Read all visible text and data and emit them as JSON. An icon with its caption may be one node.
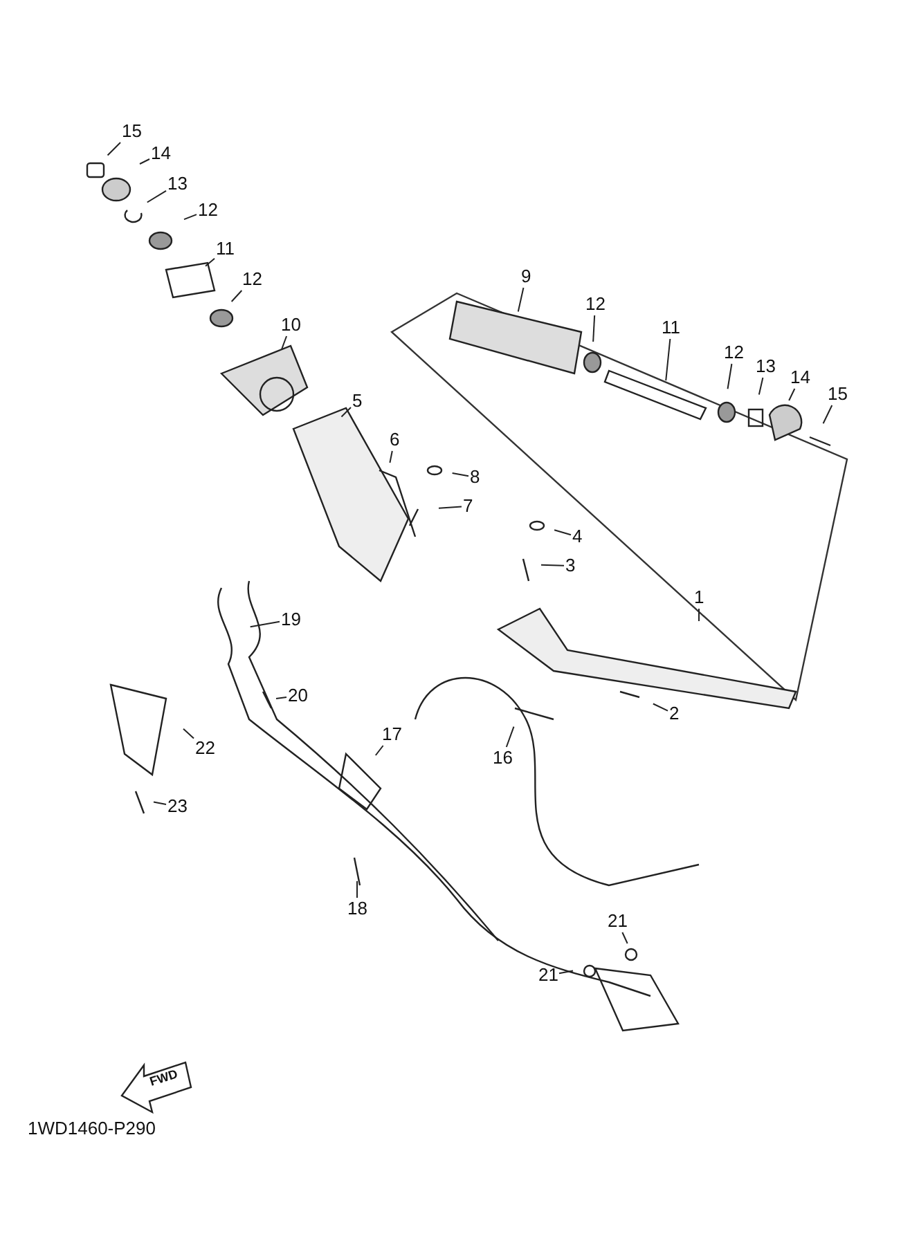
{
  "diagram": {
    "nodes": [
      {
        "text": [
          "15"
        ]
      },
      {
        "text": [
          "14"
        ]
      },
      {
        "text": [
          "13"
        ]
      },
      {
        "text": [
          "12"
        ]
      },
      {
        "text": [
          "9"
        ]
      },
      {
        "text": [
          "11"
        ]
      },
      {
        "text": [
          "12"
        ]
      },
      {
        "text": [
          "12"
        ]
      },
      {
        "text": [
          "11"
        ]
      },
      {
        "text": [
          "10"
        ]
      },
      {
        "text": [
          "12"
        ]
      },
      {
        "text": [
          "13"
        ]
      },
      {
        "text": [
          "14"
        ]
      },
      {
        "text": [
          "15"
        ]
      },
      {
        "text": [
          "5"
        ]
      },
      {
        "text": [
          "6"
        ]
      },
      {
        "text": [
          "8"
        ]
      },
      {
        "text": [
          "7"
        ]
      },
      {
        "text": [
          "4"
        ]
      },
      {
        "text": [
          "3"
        ]
      },
      {
        "text": [
          "1"
        ]
      },
      {
        "text": [
          "19"
        ]
      },
      {
        "text": [
          "20"
        ]
      },
      {
        "text": [
          "2"
        ]
      },
      {
        "text": [
          "22"
        ]
      },
      {
        "text": [
          "17"
        ]
      },
      {
        "text": [
          "16"
        ]
      },
      {
        "text": [
          "23"
        ]
      },
      {
        "text": [
          "18"
        ]
      },
      {
        "text": [
          "21"
        ]
      },
      {
        "text": [
          "21"
        ]
      }
    ],
    "edges": [
      {
        "from": 0,
        "to": null,
        "arrow": "none"
      },
      {
        "from": 1,
        "to": null,
        "arrow": "none"
      },
      {
        "from": 2,
        "to": null,
        "arrow": "none"
      },
      {
        "from": 3,
        "to": null,
        "arrow": "none"
      },
      {
        "from": 4,
        "to": null,
        "arrow": "none"
      },
      {
        "from": 5,
        "to": null,
        "arrow": "none"
      },
      {
        "from": 6,
        "to": null,
        "arrow": "none"
      },
      {
        "from": 7,
        "to": null,
        "arrow": "none"
      },
      {
        "from": 8,
        "to": null,
        "arrow": "none"
      },
      {
        "from": 9,
        "to": null,
        "arrow": "none"
      },
      {
        "from": 10,
        "to": null,
        "arrow": "none"
      },
      {
        "from": 11,
        "to": null,
        "arrow": "none"
      },
      {
        "from": 12,
        "to": null,
        "arrow": "none"
      },
      {
        "from": 13,
        "to": null,
        "arrow": "none"
      },
      {
        "from": 14,
        "to": null,
        "arrow": "none"
      },
      {
        "from": 15,
        "to": null,
        "arrow": "none"
      },
      {
        "from": 16,
        "to": null,
        "arrow": "none"
      },
      {
        "from": 17,
        "to": null,
        "arrow": "none"
      },
      {
        "from": 18,
        "to": null,
        "arrow": "none"
      },
      {
        "from": 19,
        "to": null,
        "arrow": "none"
      },
      {
        "from": 20,
        "to": null,
        "arrow": "none"
      },
      {
        "from": 21,
        "to": null,
        "arrow": "none"
      },
      {
        "from": 22,
        "to": null,
        "arrow": "none"
      },
      {
        "from": 23,
        "to": null,
        "arrow": "none"
      },
      {
        "from": 24,
        "to": null,
        "arrow": "none"
      },
      {
        "from": 25,
        "to": null,
        "arrow": "none"
      },
      {
        "from": 26,
        "to": null,
        "arrow": "none"
      },
      {
        "from": 27,
        "to": null,
        "arrow": "none"
      },
      {
        "from": 28,
        "to": null,
        "arrow": "none"
      },
      {
        "from": 29,
        "to": null,
        "arrow": "none"
      },
      {
        "from": 30,
        "to": null,
        "arrow": "none"
      }
    ],
    "labels": [
      "FWD",
      "1WD1460-P290"
    ]
  }
}
